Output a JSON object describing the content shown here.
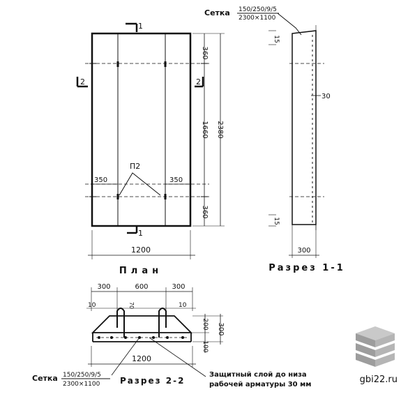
{
  "mesh_callout_top": {
    "prefix": "Сетка",
    "numerator": "150/250/9/5",
    "denominator": "2300×1100"
  },
  "mesh_callout_bottom": {
    "prefix": "Сетка",
    "numerator": "150/250/9/5",
    "denominator": "2300×1100"
  },
  "plan": {
    "title": "План",
    "width_dim": "1200",
    "height_dim": "2380",
    "seg_top": "360",
    "seg_mid": "1660",
    "seg_bot": "360",
    "side_offset_left": "350",
    "side_offset_right": "350",
    "loop_label": "П2",
    "cut_top": "1",
    "cut_bottom": "1",
    "cut_left": "2",
    "cut_right": "2"
  },
  "section_1_1": {
    "title": "Разрез 1-1",
    "dim_top": "15",
    "dim_cover": "30",
    "dim_bottom": "15",
    "depth_dim": "300"
  },
  "section_2_2": {
    "title": "Разрез 2-2",
    "dim_left": "300",
    "dim_mid": "600",
    "dim_right": "300",
    "dim_left_edge": "10",
    "dim_right_edge": "10",
    "dim_loop": "70",
    "dim_height": "300",
    "dim_upper": "200",
    "dim_lower": "100",
    "width_dim": "1200",
    "note_line1": "Защитный слой до низа",
    "note_line2": "рабочей арматуры 30 мм"
  },
  "watermark": "gbi22.ru"
}
